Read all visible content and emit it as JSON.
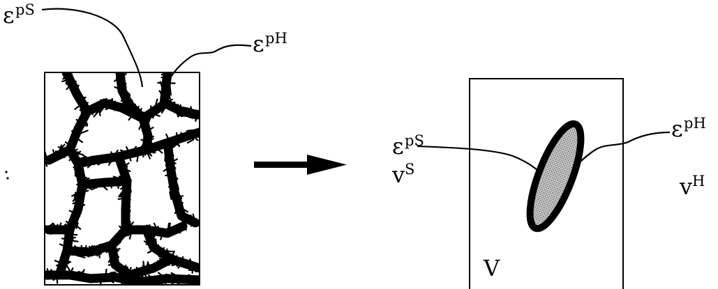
{
  "left_panel": {
    "label_top_left": {
      "base": "ε",
      "sup": "pS"
    },
    "label_top_right": {
      "base": "ε",
      "sup": "pH"
    }
  },
  "right_panel": {
    "label_left_strain": {
      "base": "ε",
      "sup": "pS"
    },
    "label_left_volume": {
      "base": "v",
      "sup": "S"
    },
    "label_right_strain": {
      "base": "ε",
      "sup": "pH"
    },
    "label_right_volume": {
      "base": "v",
      "sup": "H"
    },
    "box_label": "V"
  },
  "colors": {
    "ink": "#000000",
    "inclusion_fill": "#bdbdbd",
    "background": "#ffffff"
  }
}
